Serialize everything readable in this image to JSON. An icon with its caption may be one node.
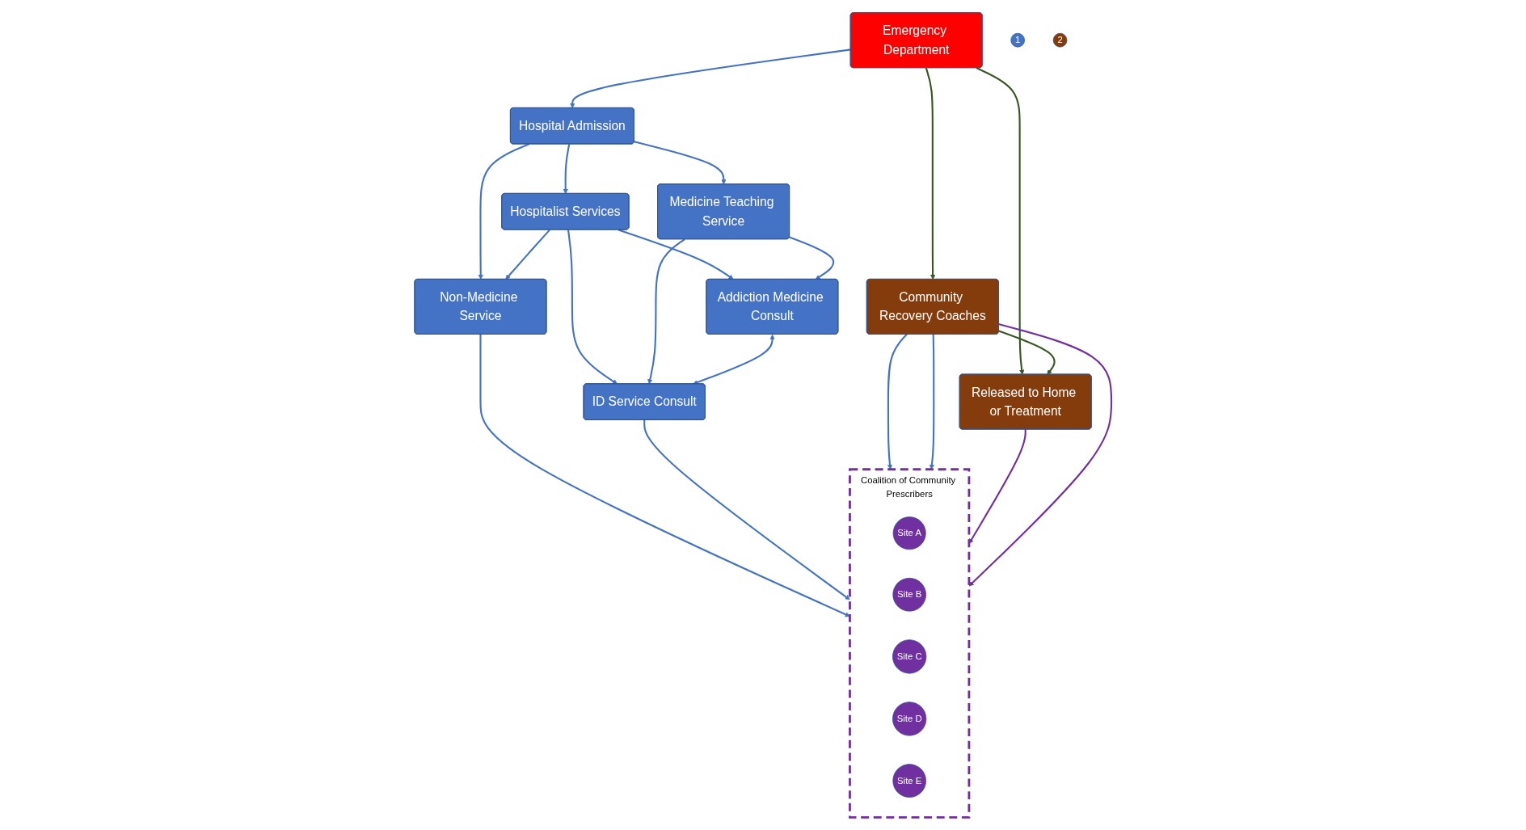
{
  "diagram": {
    "nodes": [
      {
        "text": [
          "Emergency Department"
        ]
      },
      {
        "text": [
          "1"
        ]
      },
      {
        "text": [
          "Hospital Admission"
        ]
      },
      {
        "text": [
          "Hospitalist Services"
        ]
      },
      {
        "text": [
          "Medicine Teaching Service"
        ]
      },
      {
        "text": [
          "Non-Medicine Service"
        ]
      },
      {
        "text": [
          "Addiction Medicine Consult"
        ]
      },
      {
        "text": [
          "ID Service Consult"
        ]
      },
      {
        "text": [
          "2"
        ]
      },
      {
        "text": [
          "Released to Home or Treatment"
        ]
      },
      {
        "text": [
          "Community Recovery Coaches"
        ]
      },
      {
        "text": [
          "Coalition of Community Prescribers"
        ]
      },
      {
        "text": [
          "Site A"
        ],
        "in": 11
      },
      {
        "text": [
          "Site B"
        ],
        "in": 11
      },
      {
        "text": [
          "Site C"
        ],
        "in": 11
      },
      {
        "text": [
          "Site D"
        ],
        "in": 11
      },
      {
        "text": [
          "Site E"
        ],
        "in": 11
      }
    ],
    "edges": [
      {
        "from": 0,
        "to": 2,
        "arrow": "to"
      },
      {
        "from": 2,
        "to": 3,
        "arrow": "to"
      },
      {
        "from": 2,
        "to": 4,
        "arrow": "to"
      },
      {
        "from": 2,
        "to": 5,
        "arrow": "to"
      },
      {
        "from": 3,
        "to": 5,
        "arrow": "to"
      },
      {
        "from": 3,
        "to": 6,
        "arrow": "to"
      },
      {
        "from": 4,
        "to": 6,
        "arrow": "to"
      },
      {
        "from": 3,
        "to": 7,
        "arrow": "to"
      },
      {
        "from": 4,
        "to": 7,
        "arrow": "to"
      },
      {
        "from": 6,
        "to": 7,
        "arrow": "both"
      },
      {
        "from": 0,
        "to": 9,
        "arrow": "to",
        "color": "#375623"
      },
      {
        "from": 0,
        "to": 10,
        "arrow": "to",
        "color": "#375623"
      },
      {
        "from": 10,
        "to": 9,
        "arrow": "to",
        "color": "#375623"
      },
      {
        "from": 5,
        "to": 11,
        "arrow": "to"
      },
      {
        "from": 7,
        "to": 11,
        "arrow": "to"
      },
      {
        "from": 10,
        "to": 11,
        "arrow": "to"
      },
      {
        "from": 10,
        "to": 11,
        "arrow": "to"
      },
      {
        "from": 9,
        "to": 11,
        "arrow": "to",
        "color": "#7030a0"
      },
      {
        "from": 10,
        "to": 11,
        "arrow": "to",
        "color": "#7030a0"
      }
    ]
  }
}
